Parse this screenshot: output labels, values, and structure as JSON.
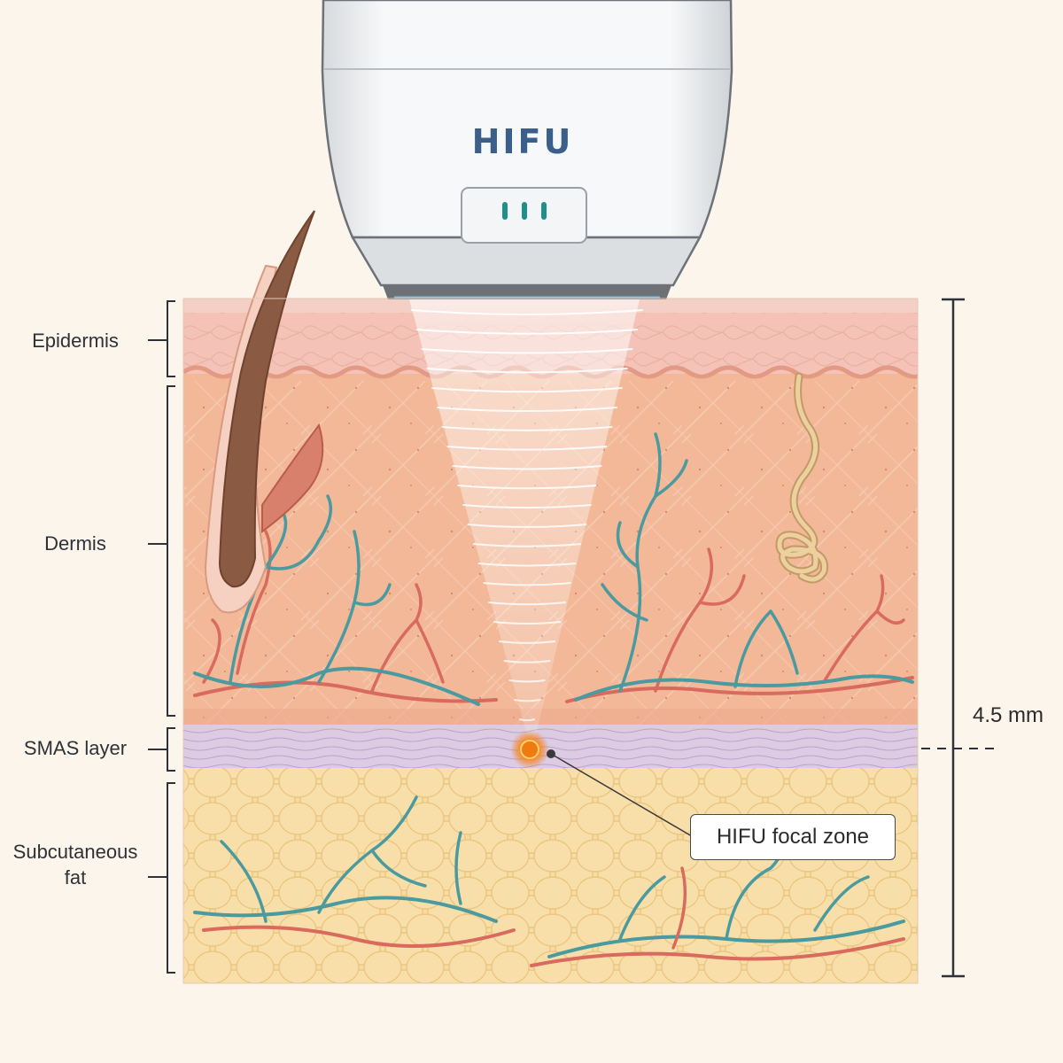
{
  "device": {
    "label": "HIFU",
    "indicator_color": "#1e8f8a"
  },
  "layers": [
    {
      "key": "epidermis",
      "label": "Epidermis",
      "color": "#f4c2b6"
    },
    {
      "key": "dermis",
      "label": "Dermis",
      "color": "#f2b898"
    },
    {
      "key": "smas",
      "label": "SMAS layer",
      "color": "#dccbe3"
    },
    {
      "key": "fat",
      "label": "Subcutaneous\nfat",
      "color": "#f6dca4"
    }
  ],
  "focal_zone": {
    "label": "HIFU focal zone",
    "color": "#f07a12"
  },
  "depth": {
    "label": "4.5 mm"
  },
  "icons": {
    "hair": "hair-follicle-icon",
    "gland": "sweat-gland-icon",
    "vessels": "blood-vessel-icon"
  }
}
